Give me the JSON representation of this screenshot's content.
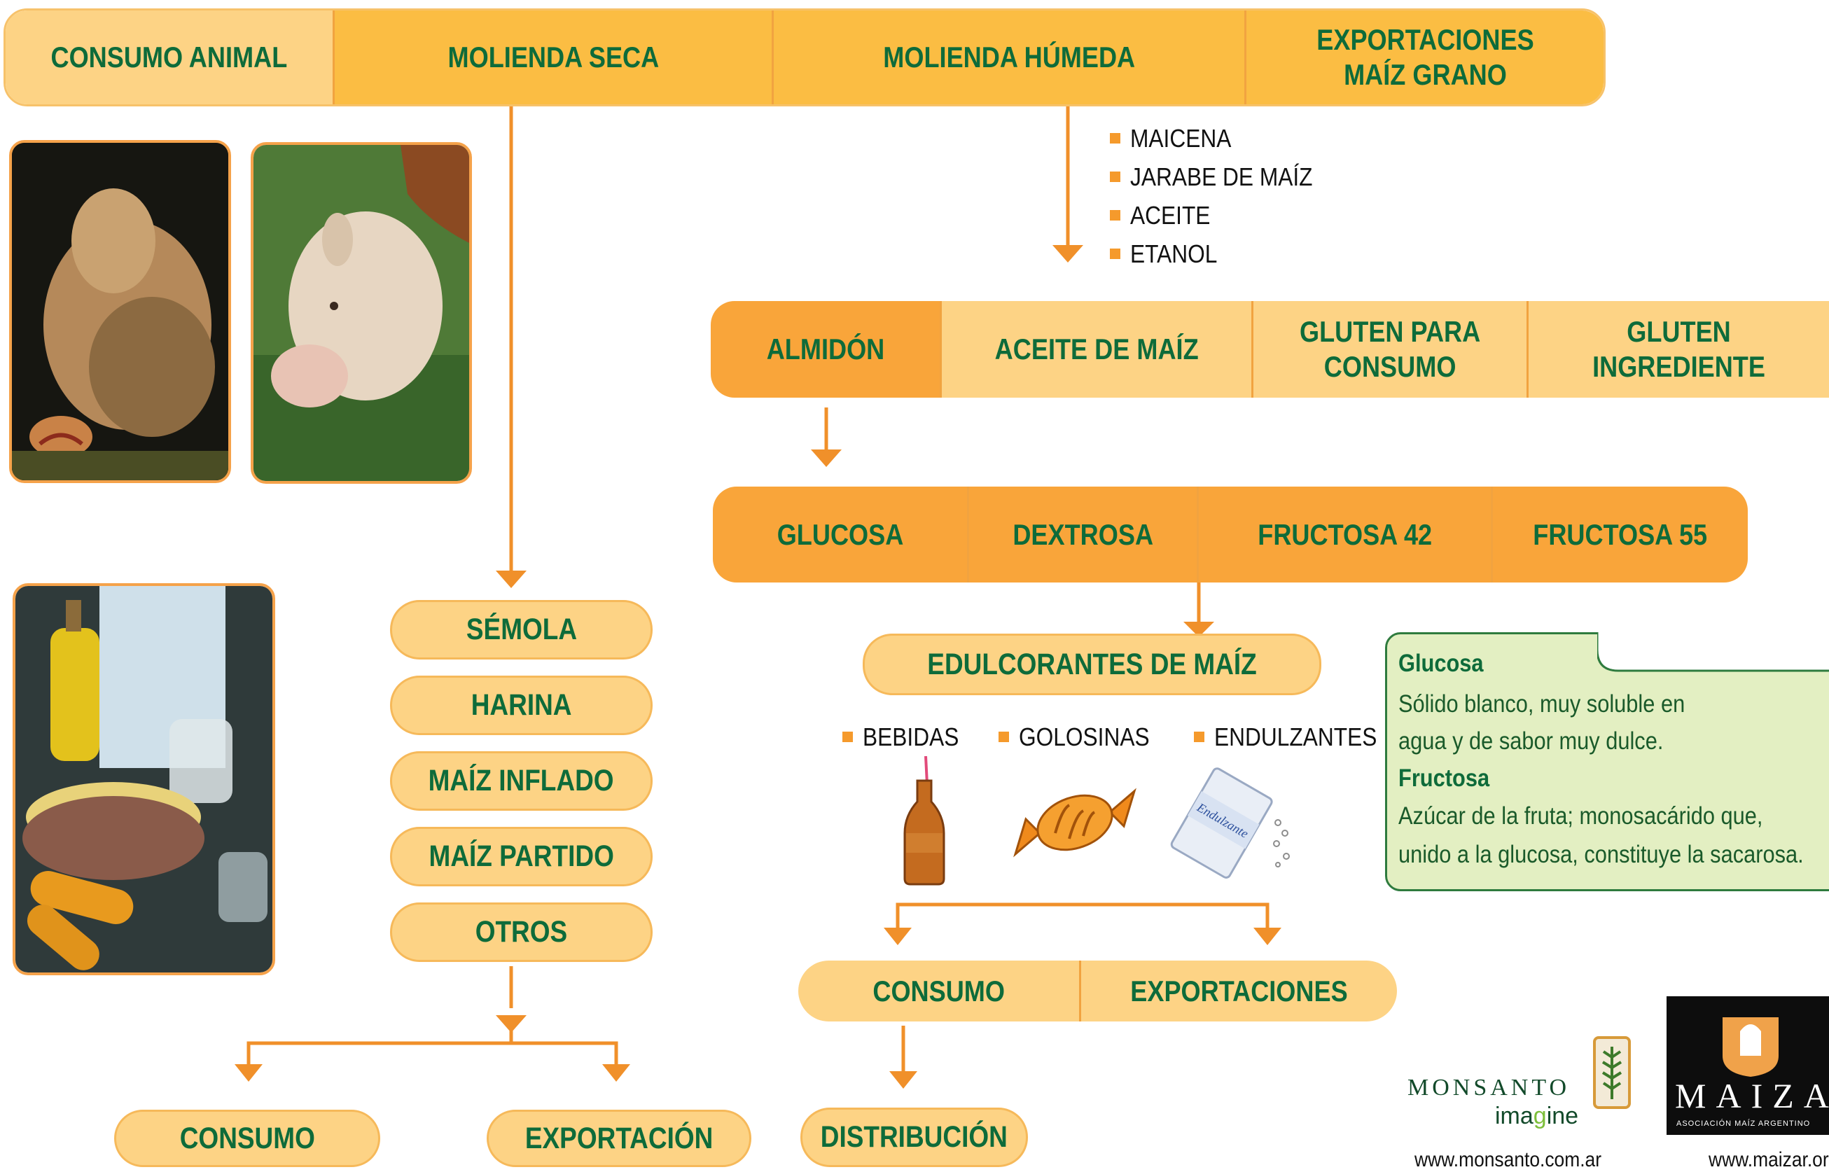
{
  "top_bar": {
    "consumo_animal": "CONSUMO ANIMAL",
    "molienda_seca": "MOLIENDA SECA",
    "molienda_humeda": "MOLIENDA HÚMEDA",
    "exportaciones": "EXPORTACIONES\nMAÍZ GRANO"
  },
  "humeda_products": [
    "MAICENA",
    "JARABE DE MAÍZ",
    "ACEITE",
    "ETANOL"
  ],
  "second_bar": {
    "almidon": "ALMIDÓN",
    "aceite": "ACEITE DE MAÍZ",
    "gluten_consumo": "GLUTEN PARA\nCONSUMO",
    "gluten_ingrediente": "GLUTEN\nINGREDIENTE"
  },
  "third_bar": {
    "glucosa": "GLUCOSA",
    "dextrosa": "DEXTROSA",
    "fructosa42": "FRUCTOSA 42",
    "fructosa55": "FRUCTOSA 55"
  },
  "edulcorantes": "EDULCORANTES DE MAÍZ",
  "edulcorante_uses": [
    "BEBIDAS",
    "GOLOSINAS",
    "ENDULZANTES"
  ],
  "edulc_bar": {
    "consumo": "CONSUMO",
    "exportaciones": "EXPORTACIONES"
  },
  "distribucion": "DISTRIBUCIÓN",
  "seca_products": [
    "SÉMOLA",
    "HARINA",
    "MAÍZ INFLADO",
    "MAÍZ PARTIDO",
    "OTROS"
  ],
  "seca_bottom": {
    "consumo": "CONSUMO",
    "exportacion": "EXPORTACIÓN"
  },
  "info": {
    "glucosa_title": "Glucosa",
    "glucosa_line1": "Sólido blanco, muy soluble en",
    "glucosa_line2": "agua y de sabor muy dulce.",
    "fructosa_title": "Fructosa",
    "fructosa_line1": "Azúcar de la fruta; monosacárido que,",
    "fructosa_line2": "unido a la glucosa, constituye la sacarosa."
  },
  "sweetener_pack_text": "Endulzante",
  "logos": {
    "monsanto_name": "MONSANTO",
    "monsanto_tagline_a": "ima",
    "monsanto_tagline_b": "g",
    "monsanto_tagline_c": "ine",
    "monsanto_url": "www.monsanto.com.ar",
    "maizar_name": "MAIZAR",
    "maizar_subtitle": "ASOCIACIÓN MAÍZ ARGENTINO",
    "maizar_url": "www.maizar.org.ar"
  },
  "colors": {
    "orange_light": "#fdd385",
    "orange_mid": "#fbbd43",
    "orange_dark": "#f9a53a",
    "text_green": "#0e6b3a",
    "arrow": "#f0902a",
    "info_bg": "#e3efc2"
  }
}
